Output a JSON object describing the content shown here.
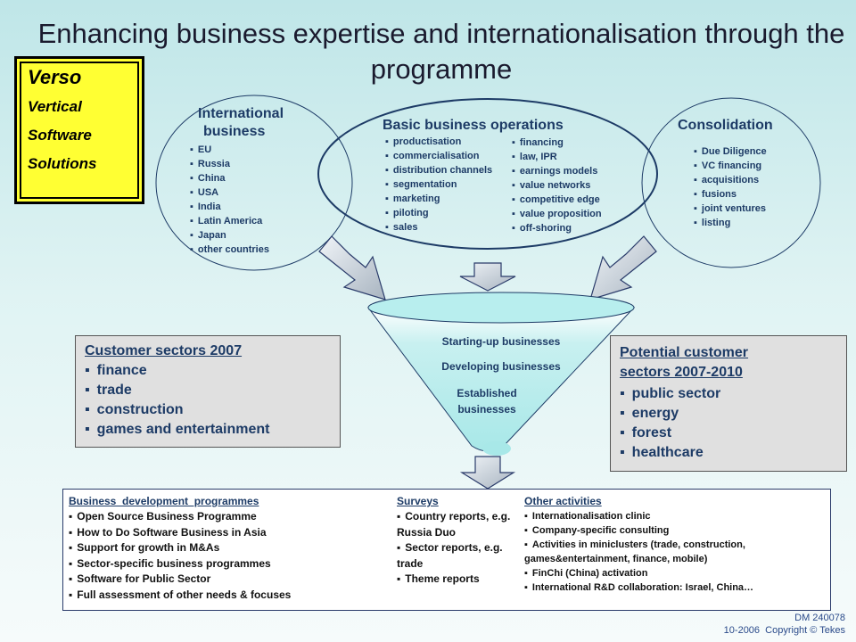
{
  "title": "Enhancing business expertise and internationalisation through the programme",
  "verso": {
    "line1": "Verso",
    "line2": "Vertical",
    "line3": "Software",
    "line4": "Solutions"
  },
  "international": {
    "label_line1": "International",
    "label_line2": "business",
    "items": [
      "EU",
      "Russia",
      "China",
      "USA",
      "India",
      "Latin America",
      "Japan",
      "other countries"
    ]
  },
  "basic": {
    "label": "Basic business operations",
    "left_items": [
      "productisation",
      "commercialisation",
      "distribution channels",
      "segmentation",
      "marketing",
      "piloting",
      "sales"
    ],
    "right_items": [
      "financing",
      "law, IPR",
      "earnings models",
      "value networks",
      "competitive edge",
      "value proposition",
      "off-shoring"
    ]
  },
  "consolidation": {
    "label": "Consolidation",
    "items": [
      "Due Diligence",
      "VC financing",
      "acquisitions",
      "fusions",
      "joint ventures",
      "listing"
    ]
  },
  "funnel": {
    "stage1": "Starting-up businesses",
    "stage2": "Developing businesses",
    "stage3_line1": "Established",
    "stage3_line2": "businesses"
  },
  "customer_sectors": {
    "heading": "Customer sectors 2007",
    "items": [
      "finance",
      "trade",
      "construction",
      "games and entertainment"
    ]
  },
  "potential_sectors": {
    "heading_line1": "Potential customer",
    "heading_line2": "sectors 2007-2010",
    "items": [
      "public sector",
      "energy",
      "forest",
      "healthcare"
    ]
  },
  "bottom": {
    "programmes": {
      "heading": "Business  development  programmes",
      "items": [
        "Open Source Business Programme",
        "How to Do Software Business in Asia",
        "Support for growth in M&As",
        "Sector-specific business programmes",
        "Software for Public Sector",
        "Full assessment of other needs & focuses"
      ]
    },
    "surveys": {
      "heading": "Surveys",
      "items": [
        "Country reports, e.g. Russia Duo",
        "Sector reports, e.g. trade",
        "Theme reports"
      ]
    },
    "other": {
      "heading": "Other activities",
      "items": [
        "Internationalisation clinic",
        "Company-specific consulting",
        "Activities in miniclusters (trade, construction, games&entertainment, finance, mobile)",
        "FinChi (China) activation",
        "International R&D collaboration: Israel, China…"
      ]
    }
  },
  "footer": {
    "doc_id": "DM 240078",
    "copyright": "10-2006  Copyright © Tekes"
  },
  "colors": {
    "navy": "#1d3b66",
    "verso_yellow": "#ffff33",
    "funnel_cyan": "#a8e8e8",
    "arrow_gray": "#c8d0d8"
  }
}
